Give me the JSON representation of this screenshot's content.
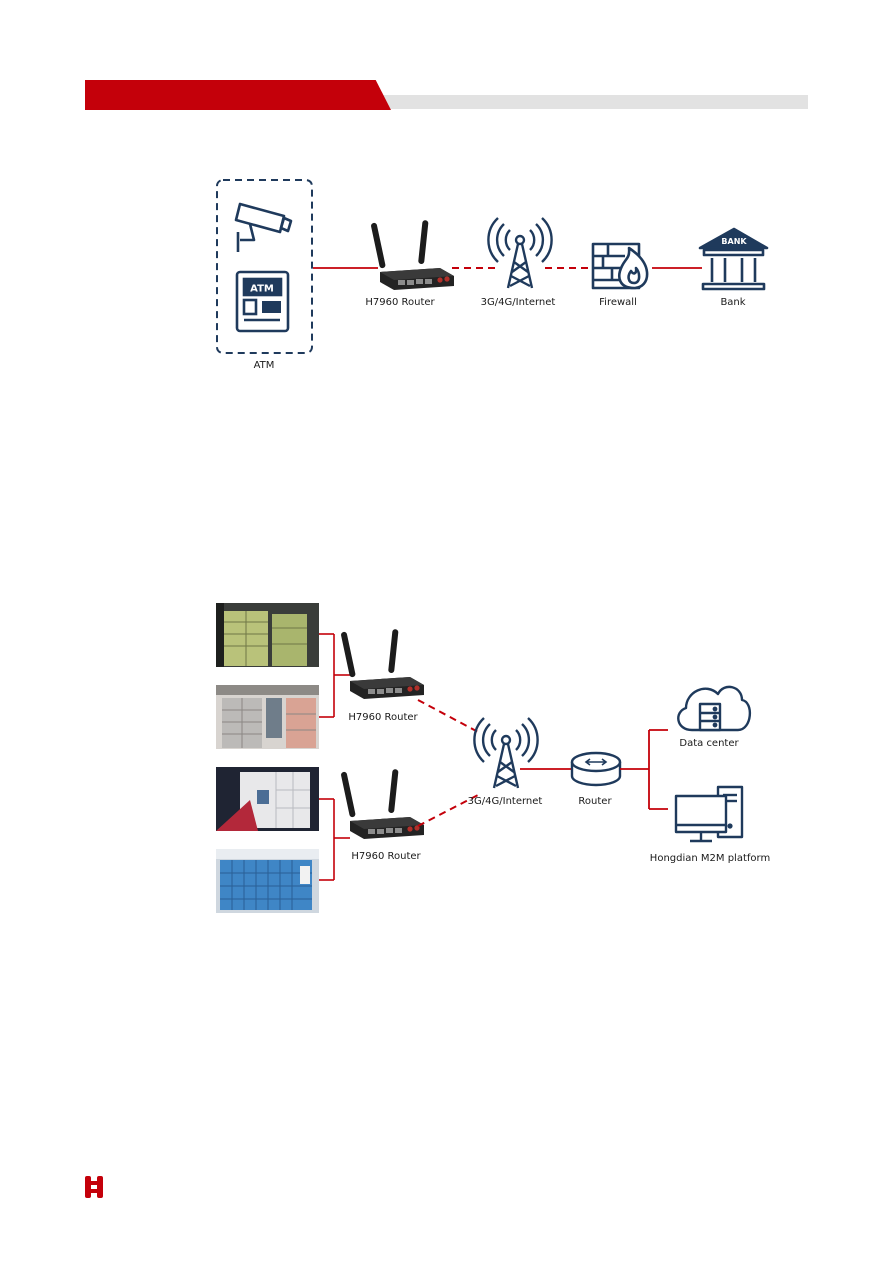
{
  "colors": {
    "accent": "#c4000a",
    "navy": "#1f3a5c",
    "band": "#e2e2e2"
  },
  "diagram1": {
    "atm_label": "ATM",
    "atm_screen_text": "ATM",
    "router_label": "H7960 Router",
    "network_label": "3G/4G/Internet",
    "firewall_label": "Firewall",
    "bank_label": "Bank",
    "bank_sign_text": "BANK"
  },
  "diagram2": {
    "router_top_label": "H7960 Router",
    "router_bottom_label": "H7960 Router",
    "network_label": "3G/4G/Internet",
    "router_label": "Router",
    "data_center_label": "Data center",
    "platform_label": "Hongdian M2M platform"
  }
}
